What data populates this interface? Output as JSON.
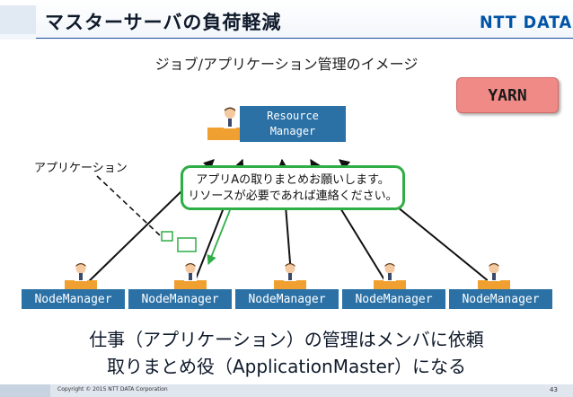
{
  "header": {
    "title": "マスターサーバの負荷軽減",
    "logo_text": "NTT DATA"
  },
  "subtitle": "ジョブ/アプリケーション管理のイメージ",
  "yarn_badge": "YARN",
  "resource_manager": {
    "line1": "Resource",
    "line2": "Manager"
  },
  "application_label": "アプリケーション",
  "speech_bubble": {
    "line1": "アプリAの取りまとめお願いします。",
    "line2": "リソースが必要であれば連絡ください。"
  },
  "node_managers": [
    {
      "label": "NodeManager"
    },
    {
      "label": "NodeManager"
    },
    {
      "label": "NodeManager"
    },
    {
      "label": "NodeManager"
    },
    {
      "label": "NodeManager"
    }
  ],
  "caption": {
    "line1": "仕事（アプリケーション）の管理はメンバに依頼",
    "line2": "取りまとめ役（ApplicationMaster）になる"
  },
  "footer": {
    "copyright": "Copyright © 2015 NTT DATA Corporation",
    "page_number": "43"
  },
  "colors": {
    "node_box": "#2b71a6",
    "bubble_border": "#2fae46",
    "yarn_badge": "#f08a86",
    "logo": "#0054a6"
  }
}
